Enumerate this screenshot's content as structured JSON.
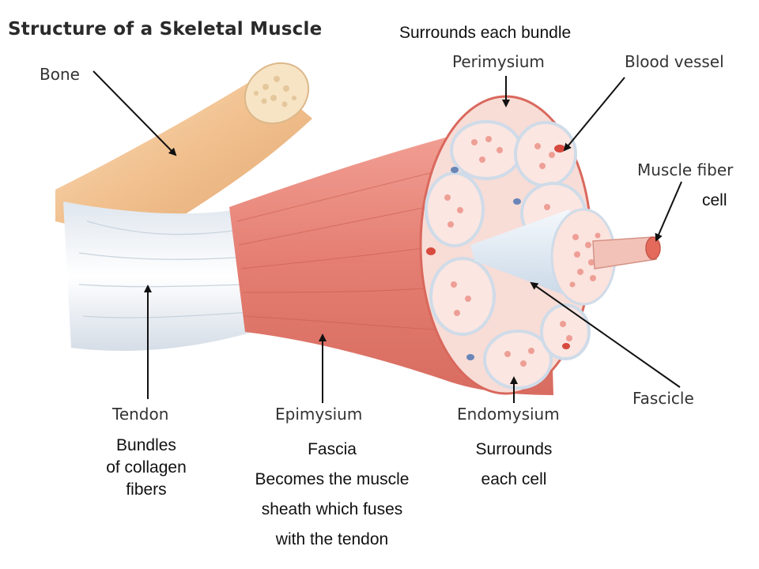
{
  "title": "Structure of a Skeletal Muscle",
  "labels": {
    "bone": "Bone",
    "perimysium": "Perimysium",
    "blood_vessel": "Blood vessel",
    "muscle_fiber": "Muscle fiber",
    "tendon": "Tendon",
    "epimysium": "Epimysium",
    "endomysium": "Endomysium",
    "fascicle": "Fascicle"
  },
  "annotations": {
    "perimysium_note": "Surrounds each bundle",
    "muscle_fiber_note": "cell",
    "tendon_note": [
      "Bundles",
      "of collagen",
      "fibers"
    ],
    "epimysium_note": [
      "Fascia",
      "Becomes the muscle",
      "sheath which fuses",
      "with the tendon"
    ],
    "endomysium_note": [
      "Surrounds",
      "each cell"
    ]
  },
  "colors": {
    "muscle": "#e8877c",
    "bone": "#f3c89a",
    "tendon": "#eef2f6",
    "fascicle_fill": "#fbe3de",
    "sheath": "#dfeaf4"
  }
}
